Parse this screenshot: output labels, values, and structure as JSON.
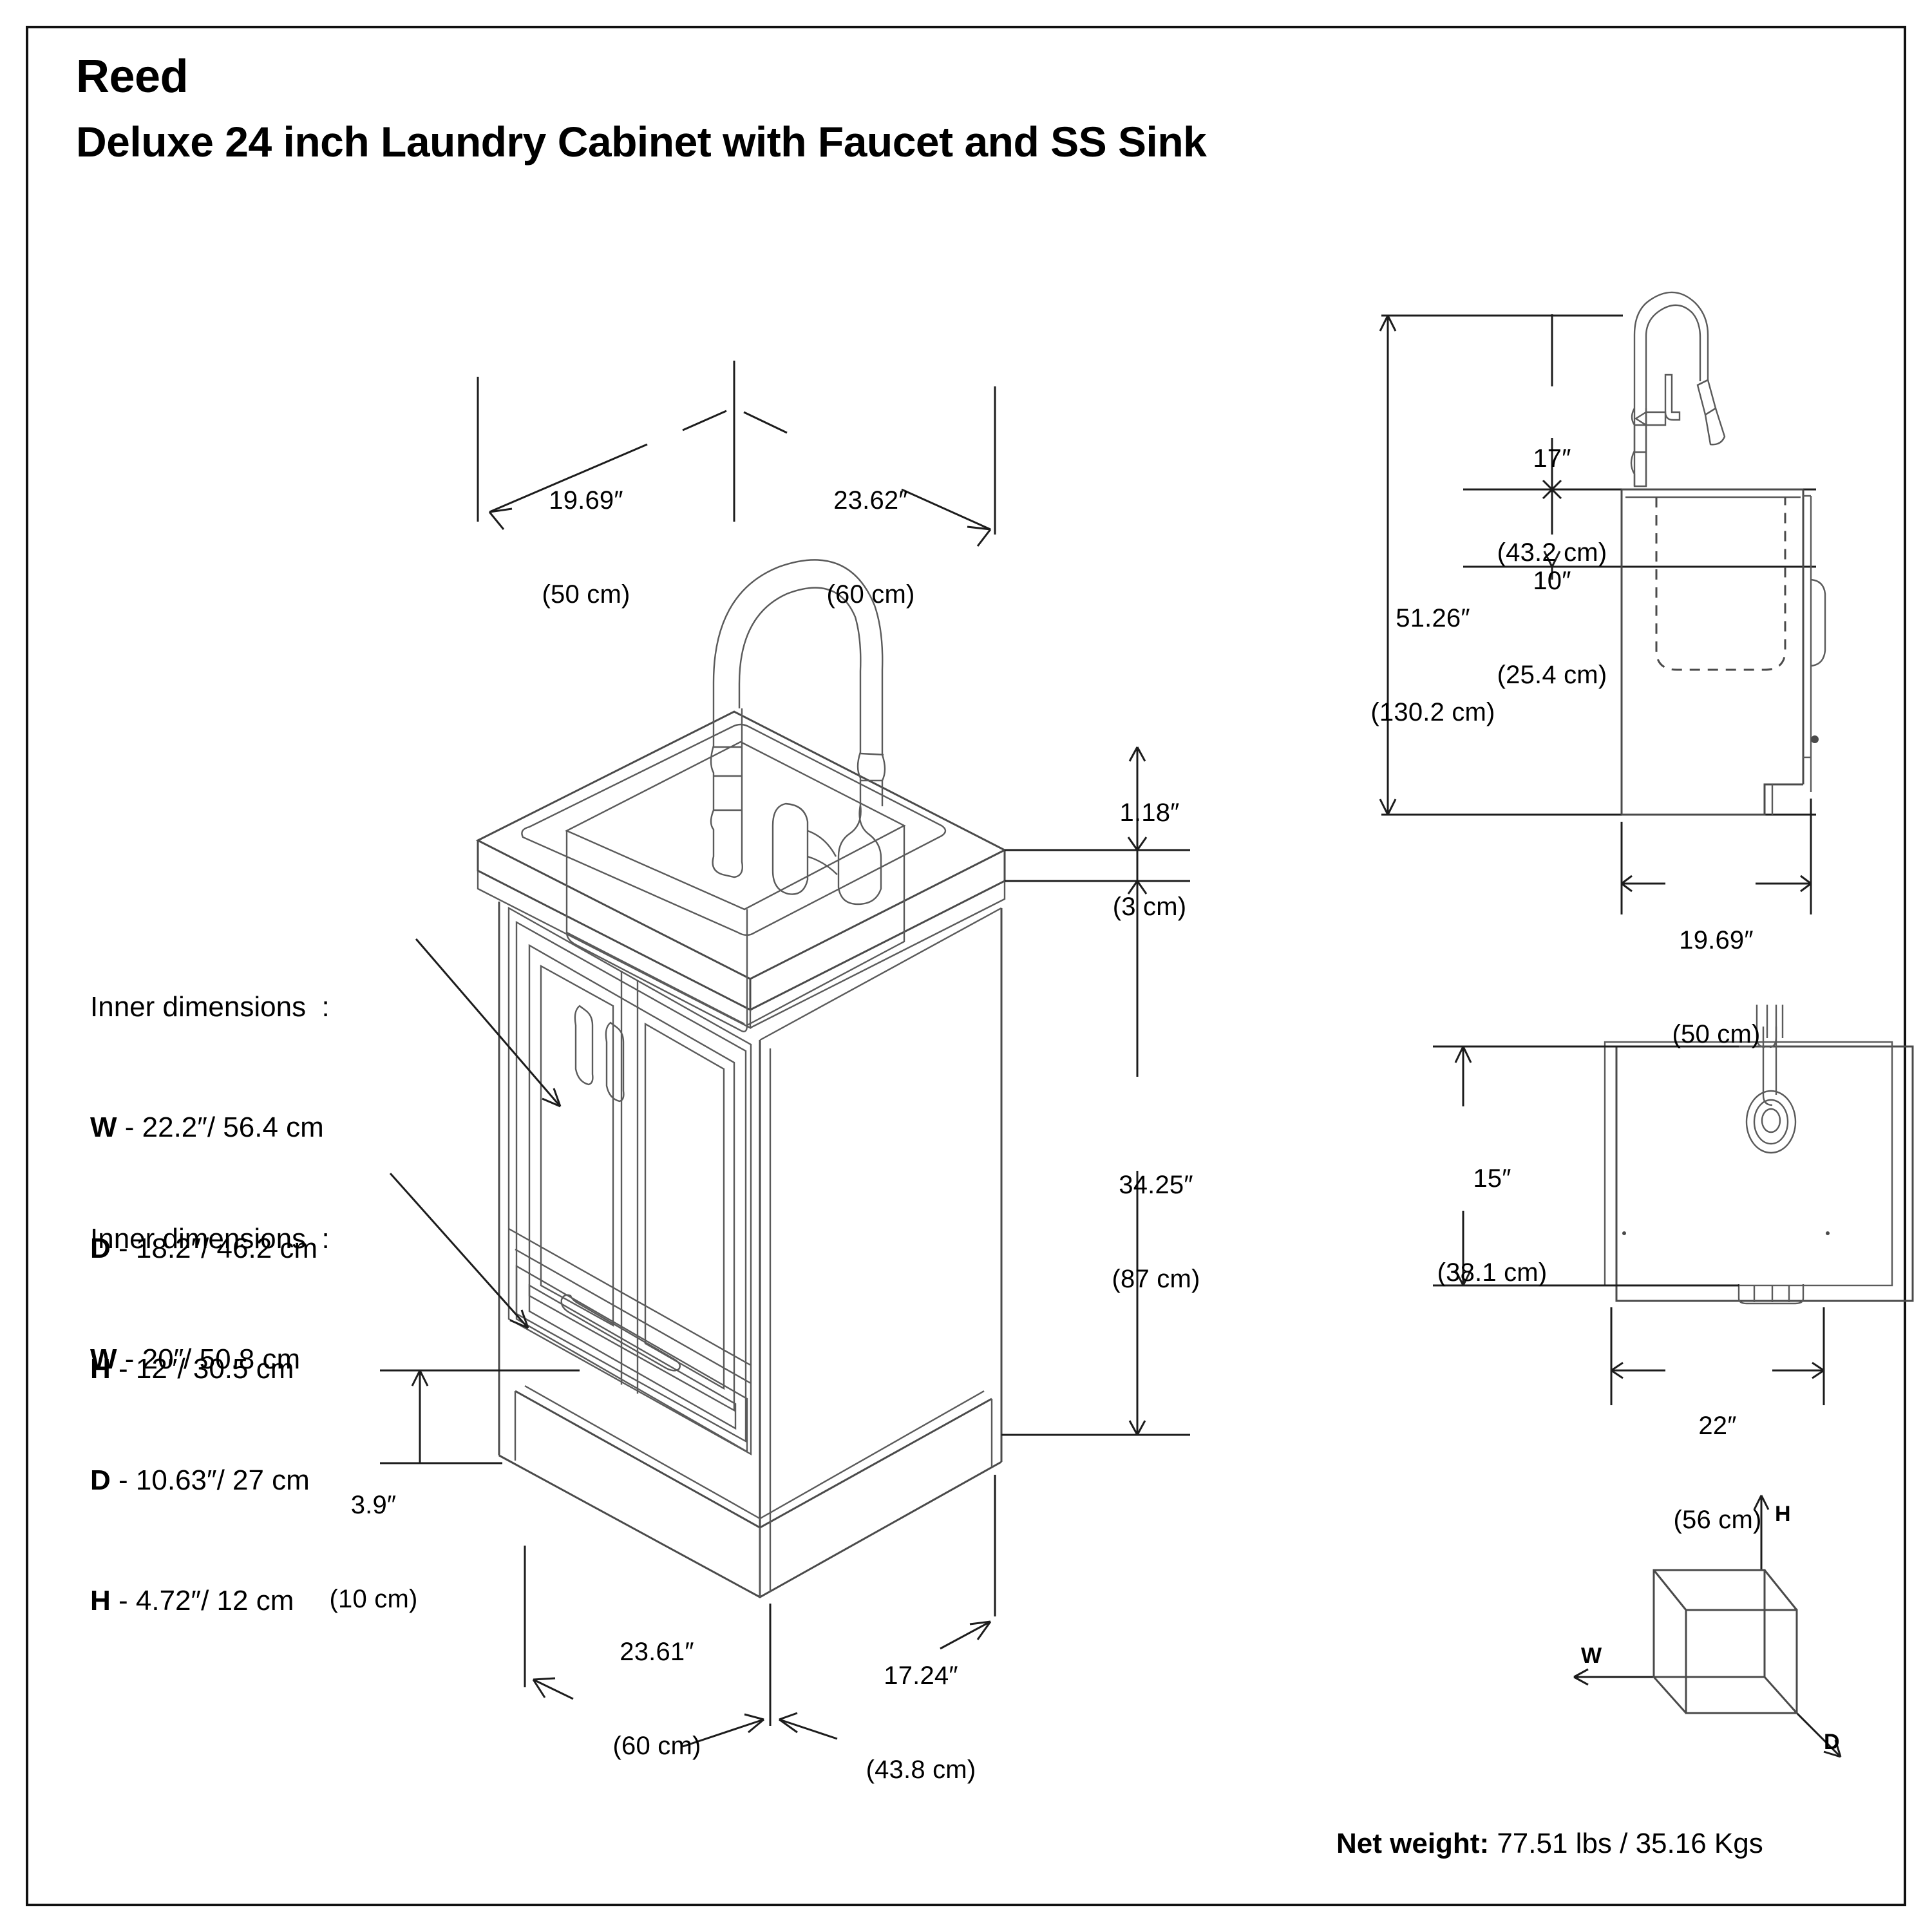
{
  "document": {
    "brand": "Reed",
    "product_title": "Deluxe 24 inch Laundry Cabinet with Faucet and SS Sink"
  },
  "front_view": {
    "name": "isometric-front-view",
    "dims": {
      "depth_top": {
        "inch": "19.69″",
        "cm": "(50 cm)"
      },
      "width_top": {
        "inch": "23.62″",
        "cm": "(60 cm)"
      },
      "counter_thickness": {
        "inch": "1.18″",
        "cm": "(3 cm)"
      },
      "counter_height": {
        "inch": "34.25″",
        "cm": "(87 cm)"
      },
      "toe_kick_height": {
        "inch": "3.9″",
        "cm": "(10 cm)"
      },
      "base_width": {
        "inch": "23.61″",
        "cm": "(60 cm)"
      },
      "base_depth": {
        "inch": "17.24″",
        "cm": "(43.8 cm)"
      }
    },
    "callouts": [
      {
        "title": "Inner dimensions  :",
        "rows": [
          {
            "key": "W",
            "value": " - 22.2″/ 56.4 cm"
          },
          {
            "key": "D",
            "value": " - 18.2″/ 46.2 cm"
          },
          {
            "key": "H",
            "value": " - 12″/ 30.5 cm"
          }
        ]
      },
      {
        "title": "Inner dimensions  :",
        "rows": [
          {
            "key": "W",
            "value": " - 20″/ 50.8 cm"
          },
          {
            "key": "D",
            "value": " - 10.63″/ 27 cm"
          },
          {
            "key": "H",
            "value": " - 4.72″/ 12 cm"
          }
        ]
      }
    ]
  },
  "side_view": {
    "name": "side-elevation-view",
    "dims": {
      "faucet_height": {
        "inch": "17″",
        "cm": "(43.2 cm)"
      },
      "spout_clearance": {
        "inch": "10″",
        "cm": "(25.4 cm)"
      },
      "overall_height": {
        "inch": "51.26″",
        "cm": "(130.2 cm)"
      },
      "depth": {
        "inch": "19.69″",
        "cm": "(50 cm)"
      }
    }
  },
  "top_view": {
    "name": "top-plan-view",
    "dims": {
      "depth": {
        "inch": "15″",
        "cm": "(38.1 cm)"
      },
      "width": {
        "inch": "22″",
        "cm": "(56 cm)"
      }
    }
  },
  "axis_diagram": {
    "name": "whd-axis-cube",
    "labels": {
      "height": "H",
      "width": "W",
      "depth": "D"
    }
  },
  "footer": {
    "net_weight_label": "Net weight:",
    "net_weight_value": " 77.51 lbs / 35.16 Kgs"
  },
  "colors": {
    "ink": "#1c1c1c",
    "line": "#4a4a4a",
    "background": "#ffffff"
  }
}
